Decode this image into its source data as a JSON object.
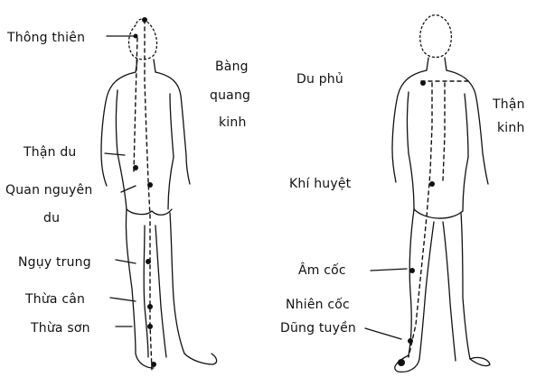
{
  "back_figure": {
    "labels": {
      "thong_thien": "Thông thiên",
      "bang_quang_kinh_1": "Bàng",
      "bang_quang_kinh_2": "quang",
      "bang_quang_kinh_3": "kinh",
      "than_du": "Thận du",
      "quan_nguyen_du_1": "Quan nguyên",
      "quan_nguyen_du_2": "du",
      "nguy_trung": "Ngụy trung",
      "thua_can": "Thừa cân",
      "thua_son": "Thừa sơn"
    }
  },
  "front_figure": {
    "labels": {
      "du_phu": "Du phủ",
      "than_kinh_1": "Thận",
      "than_kinh_2": "kinh",
      "khi_huyet": "Khí huyệt",
      "am_coc": "Âm cốc",
      "nhien_coc": "Nhiên cốc",
      "dung_tuyen": "Dũng tuyền"
    }
  },
  "colors": {
    "ink": "#111111",
    "background": "#ffffff"
  }
}
